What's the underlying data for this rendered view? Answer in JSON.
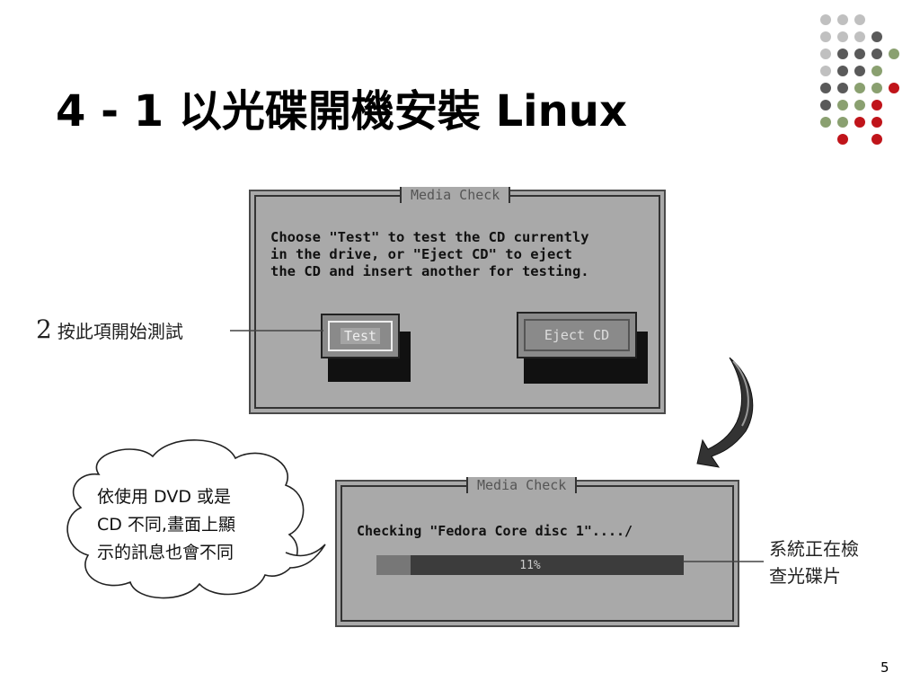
{
  "slide": {
    "title": "4 - 1 以光碟開機安裝 Linux",
    "page_number": "5"
  },
  "dialog_media_check": {
    "title": "Media Check",
    "message": "Choose \"Test\" to test the CD currently\nin the drive, or \"Eject CD\" to eject\nthe CD and insert another for testing.",
    "buttons": {
      "test_label": "Test",
      "eject_label": "Eject CD"
    },
    "focused_button": "Test"
  },
  "dialog_progress": {
    "title": "Media Check",
    "status": "Checking \"Fedora Core disc 1\"..../",
    "progress_percent": 11,
    "progress_label": "11%"
  },
  "annotations": {
    "step_number": "2",
    "step_text": "按此項開始測試",
    "cloud_lines": [
      "依使用 DVD 或是",
      "CD 不同,畫面上顯",
      "示的訊息也會不同"
    ],
    "right_lines": [
      "系統正在檢",
      "查光碟片"
    ]
  },
  "colors": {
    "dialog_bg": "#a9a9a9",
    "progress_track": "#3c3c3c",
    "progress_fill": "#777777",
    "dot_light_gray": "#c0c0c0",
    "dot_dark_gray": "#5a5a5a",
    "dot_green": "#8aa070",
    "dot_red": "#c0141a"
  }
}
